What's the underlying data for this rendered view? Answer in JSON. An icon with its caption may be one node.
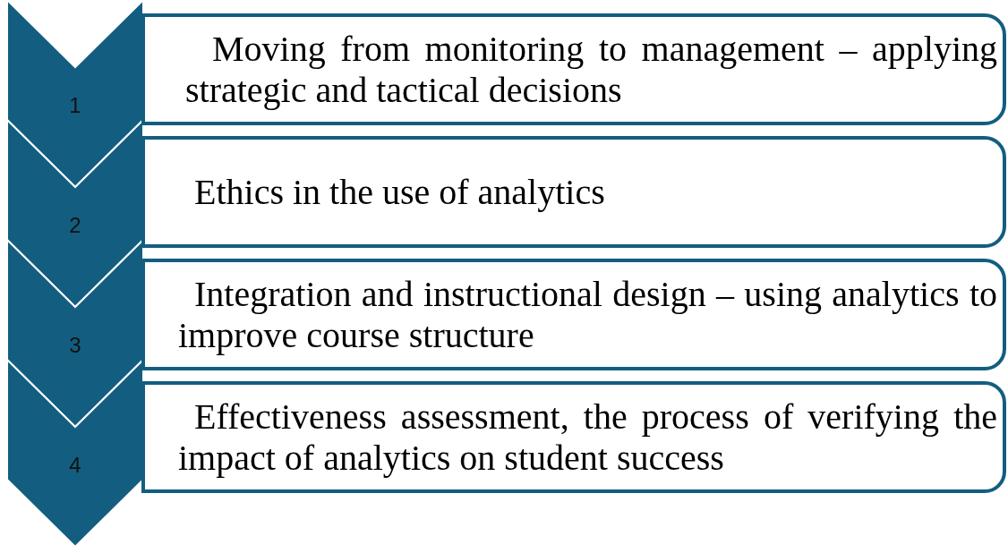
{
  "diagram": {
    "nodes": [
      {
        "text": [
          "1"
        ]
      },
      {
        "text": [
          "Moving from monitoring to management – applying strategic and tactical decisions"
        ]
      },
      {
        "text": [
          "2"
        ]
      },
      {
        "text": [
          "Ethics in the use of analytics"
        ]
      },
      {
        "text": [
          "3"
        ]
      },
      {
        "text": [
          "Integration and instructional design – using analytics to improve course structure"
        ]
      },
      {
        "text": [
          "4"
        ]
      },
      {
        "text": [
          "Effectiveness assessment, the process of verifying the impact of analytics on student success"
        ]
      }
    ]
  }
}
